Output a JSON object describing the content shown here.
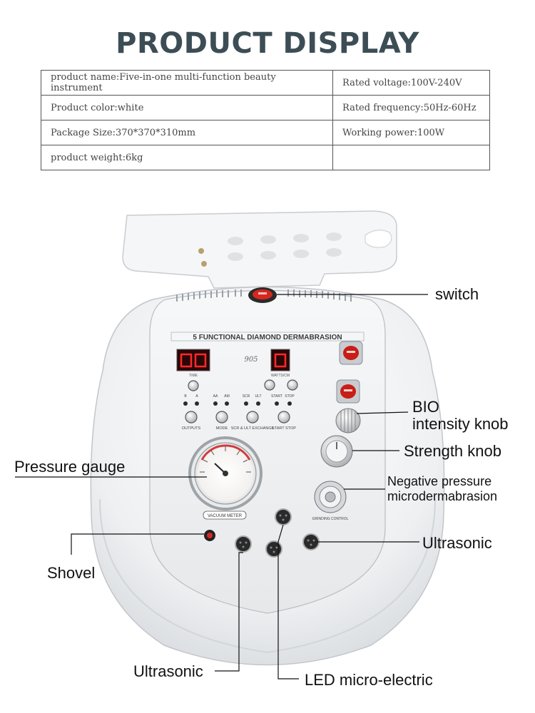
{
  "title": "PRODUCT DISPLAY",
  "specs": [
    {
      "left": "product name:Five-in-one multi-function beauty instrument",
      "right": "Rated voltage:100V-240V"
    },
    {
      "left": "Product color:white",
      "right": "Rated frequency:50Hz-60Hz"
    },
    {
      "left": "Package Size:370*370*310mm",
      "right": "Working power:100W"
    },
    {
      "left": "product weight:6kg",
      "right": ""
    }
  ],
  "device": {
    "panel_title": "5 FUNCTIONAL DIAMOND DERMABRASION",
    "model": "905",
    "display_left_caption": "TIME",
    "display_right_caption": "WATTS/CM",
    "led_labels": [
      "B",
      "A",
      "AA",
      "AM",
      "SCR",
      "ULT",
      "START",
      "STOP"
    ],
    "button_labels": [
      "OUTPUTS",
      "MODE",
      "SCR & ULT EXCHANGE",
      "START STOP"
    ],
    "gauge_label": "VACUUM METER",
    "grinding_label": "GRINDING CONTROL"
  },
  "callouts": {
    "switch": "switch",
    "bio_line1": "BIO",
    "bio_line2": "intensity knob",
    "strength": "Strength knob",
    "pressure_gauge": "Pressure gauge",
    "negative_line1": "Negative pressure",
    "negative_line2": "microdermabrasion",
    "ultrasonic_right": "Ultrasonic",
    "shovel": "Shovel",
    "ultrasonic_bottom": "Ultrasonic",
    "led": "LED micro-electric"
  },
  "colors": {
    "title": "#3c4d55",
    "body": "#f1f2f3",
    "display_digits": "#ff2a2a",
    "switch": "#d6281f"
  }
}
